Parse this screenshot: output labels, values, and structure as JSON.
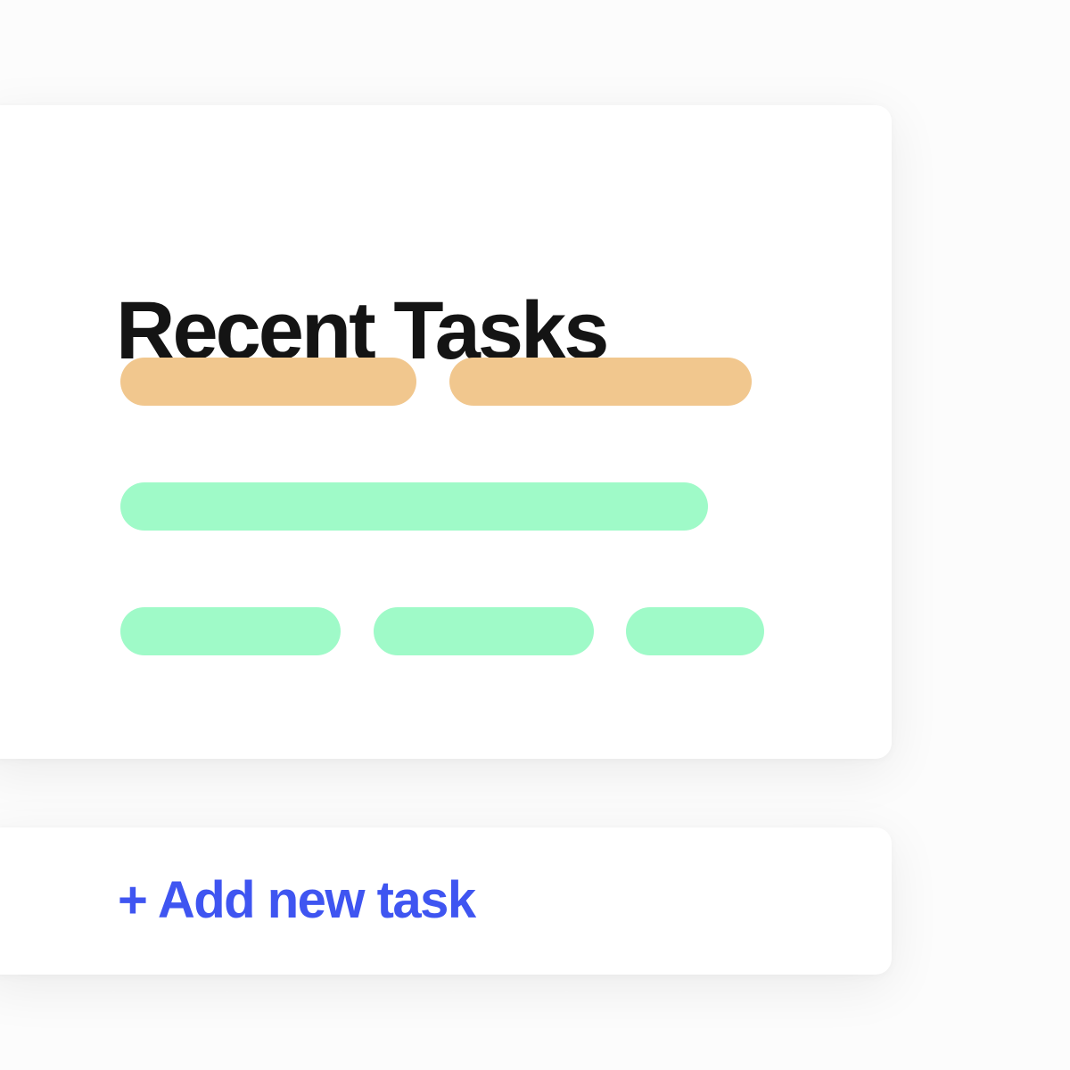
{
  "recent_tasks": {
    "title": "Recent Tasks",
    "rows": [
      {
        "color": "#f1c78e",
        "placeholders": 2
      },
      {
        "color": "#9ffac8",
        "placeholders": 1
      },
      {
        "color": "#9ffac8",
        "placeholders": 3
      }
    ]
  },
  "add_task": {
    "label": "+ Add new task",
    "color": "#3f55f1"
  }
}
